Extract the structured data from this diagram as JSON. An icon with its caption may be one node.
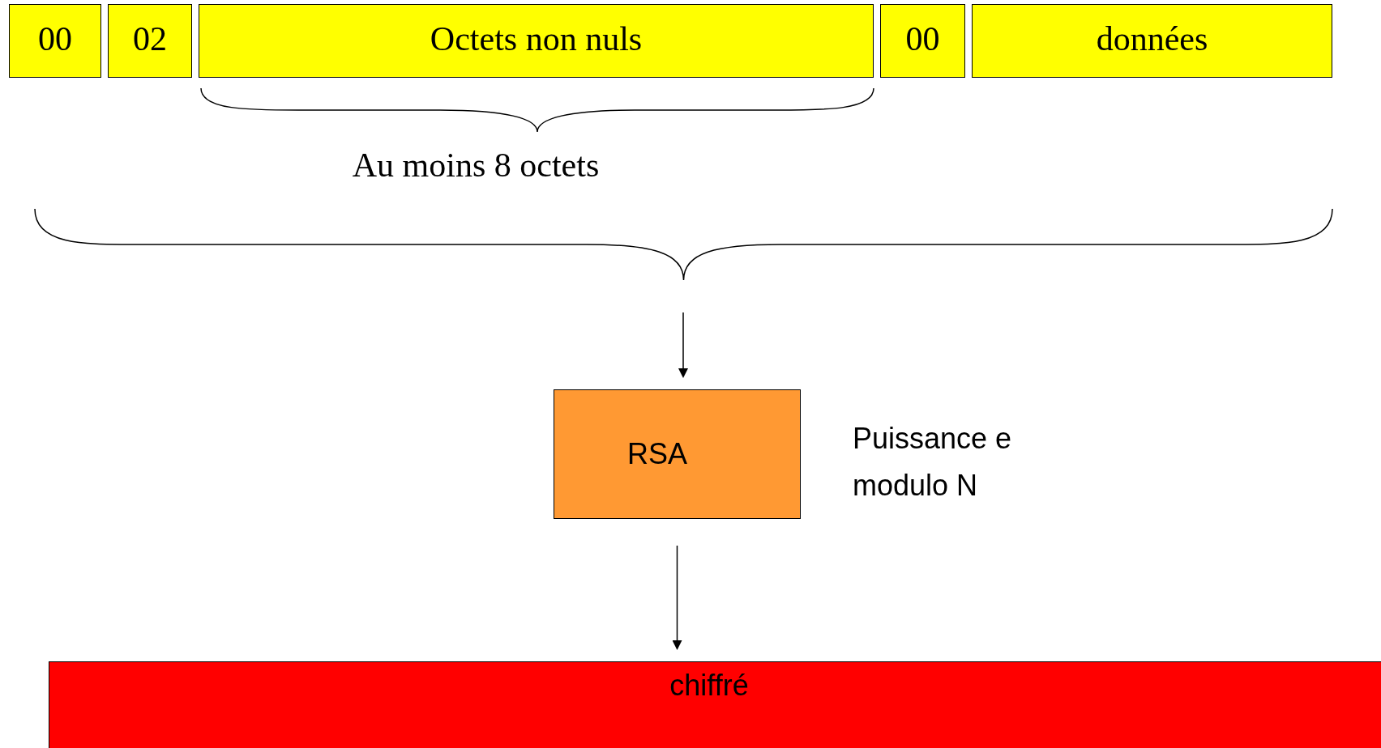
{
  "diagram": {
    "nodes": [
      {
        "text": [
          "00"
        ]
      },
      {
        "text": [
          "02"
        ]
      },
      {
        "text": [
          "Octets non nuls"
        ]
      },
      {
        "text": [
          "00"
        ]
      },
      {
        "text": [
          "données"
        ]
      },
      {
        "text": [
          "RSA"
        ],
        "beside": [
          "Puissance e modulo N"
        ]
      },
      {
        "text": [
          "chiffré"
        ]
      }
    ],
    "edges": [
      {
        "from": null,
        "to": 5,
        "arrow": "to"
      },
      {
        "from": 5,
        "to": 6,
        "arrow": "to"
      }
    ],
    "labels": [
      "Au moins 8 octets"
    ]
  }
}
